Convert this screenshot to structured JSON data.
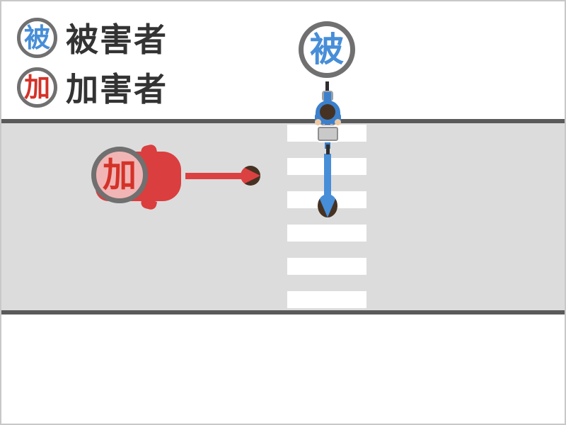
{
  "title": "traffic-accident-diagram",
  "legend": {
    "victim": {
      "badge": "被",
      "label": "被害者"
    },
    "attacker": {
      "badge": "加",
      "label": "加害者"
    }
  },
  "actors": {
    "cyclist": {
      "badge": "被",
      "role": "victim",
      "vehicle": "bicycle",
      "direction": "down",
      "location": "crosswalk"
    },
    "car": {
      "badge": "加",
      "role": "attacker",
      "vehicle": "car",
      "direction": "right",
      "location": "road"
    }
  },
  "scene": {
    "road_orientation": "horizontal",
    "crosswalk_stripes": 6
  },
  "colors": {
    "victim_blue": "#478ed8",
    "attacker_red": "#d43228",
    "rider_blue": "#3c80cc",
    "car_red": "#db3e3e",
    "arrow_red": "#dc4141",
    "arrow_blue": "#478ed8",
    "road_gray": "#dcdcdc",
    "road_edge": "#5a5a5a",
    "badge_ring": "#707070",
    "crosswalk_white": "#ffffff"
  }
}
